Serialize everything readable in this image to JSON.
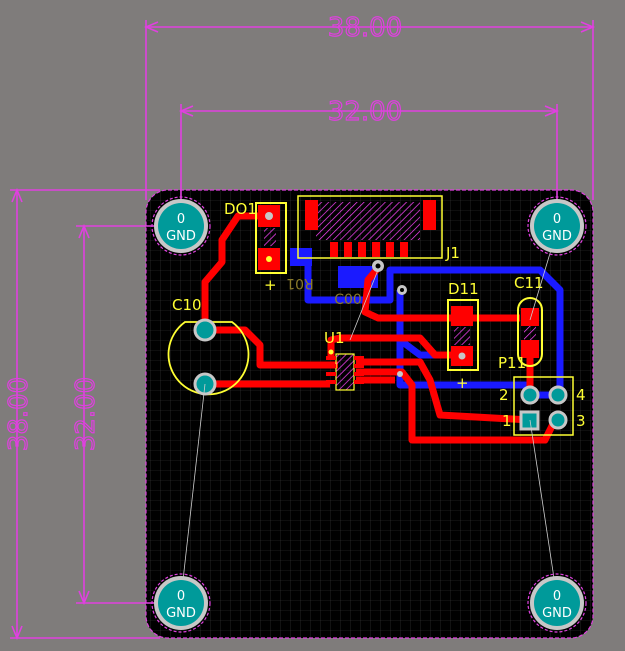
{
  "dimensions": {
    "outer_width": "38.00",
    "inner_width": "32.00",
    "outer_height": "38.00",
    "inner_height": "32.00"
  },
  "mounting_holes": [
    {
      "net": "0",
      "name": "GND"
    },
    {
      "net": "0",
      "name": "GND"
    },
    {
      "net": "0",
      "name": "GND"
    },
    {
      "net": "0",
      "name": "GND"
    }
  ],
  "designators": {
    "do1": "DO1",
    "j1": "J1",
    "c10": "C10",
    "c11": "C11",
    "d11": "D11",
    "u1": "U1",
    "p11": "P11",
    "r01_bottom": "R01",
    "c00_bottom": "C00"
  },
  "polarity_marks": {
    "do1": "+",
    "d11": "+"
  },
  "p11_pins": [
    "2",
    "4",
    "1",
    "3"
  ],
  "colors": {
    "background": "#7f7c7b",
    "board": "#000000",
    "grid": "#3a3a3a",
    "dimension": "#e040e0",
    "top_copper": "#ff0000",
    "bottom_copper": "#1a1aff",
    "silkscreen": "#ffff33",
    "mounting_pad": "#009a9a",
    "pad_ring": "#c7c7c7"
  }
}
